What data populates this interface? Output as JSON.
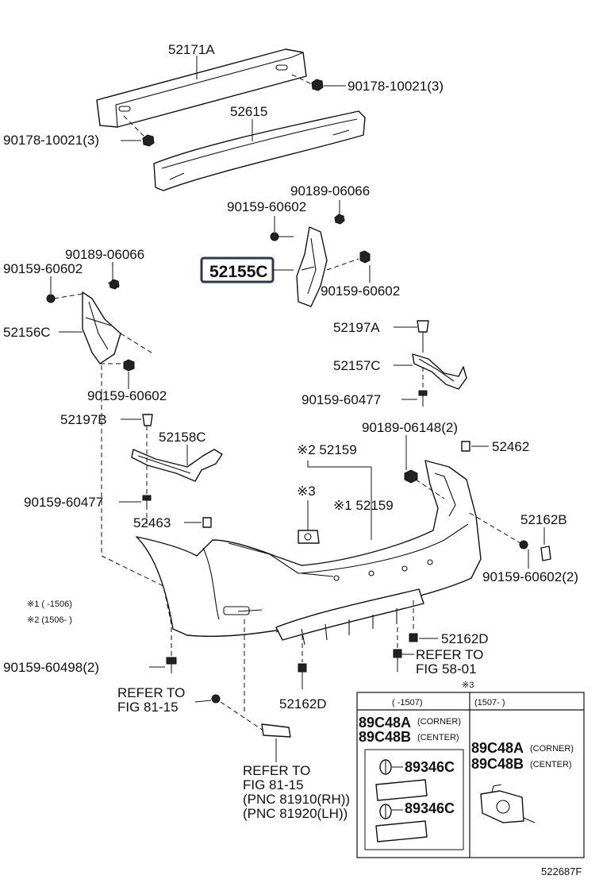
{
  "diagram_id": "522687F",
  "labels": {
    "reinf_upper": "52171A",
    "nut_right": "90178-10021(3)",
    "absorber": "52615",
    "nut_left": "90178-10021(3)",
    "rh_nut": "90189-06066",
    "rh_bolt_top": "90159-60602",
    "rh_retainer": "52155C",
    "rh_bolt_side": "90159-60602",
    "lh_nut": "90189-06066",
    "lh_bolt_top": "90159-60602",
    "lh_retainer": "52156C",
    "lh_bolt_bottom": "90159-60602",
    "clip_rh": "52197A",
    "support_rh": "52157C",
    "screw_rh": "90159-60477",
    "clip_lh": "52197B",
    "support_lh": "52158C",
    "screw_lh": "90159-60477",
    "nut_center": "90189-06148(2)",
    "pad_right": "52462",
    "cover_note2": "※2 52159",
    "cover_note3": "※3",
    "cover_note1": "※1 52159",
    "pad_left": "52463",
    "cover_rh_part": "52162B",
    "cover_rh_bolt": "90159-60602(2)",
    "note1": "※1 (     -1506)",
    "note2": "※2 (1506-     )",
    "bolt_lower": "90159-60498(2)",
    "refer_81_15a": "REFER TO",
    "refer_81_15b": "FIG 81-15",
    "lower_cover": "52162D",
    "refer_58_01a": "REFER TO",
    "refer_58_01b": "FIG 58-01",
    "lower_cover2": "52162D",
    "reflector_refer1": "REFER TO",
    "reflector_refer2": "FIG 81-15",
    "reflector_refer3": "(PNC 81910(RH))",
    "reflector_refer4": "(PNC 81920(LH))"
  },
  "inset": {
    "mark": "※3",
    "col1_header": "(     -1507)",
    "col2_header": "(1507-     )",
    "col1": {
      "line1_part": "89C48A",
      "line1_note": "(CORNER)",
      "line2_part": "89C48B",
      "line2_note": "(CENTER)",
      "sensor_a": "89346C",
      "sensor_b": "89346C"
    },
    "col2": {
      "line1_part": "89C48A",
      "line1_note": "(CORNER)",
      "line2_part": "89C48B",
      "line2_note": "(CENTER)"
    }
  }
}
